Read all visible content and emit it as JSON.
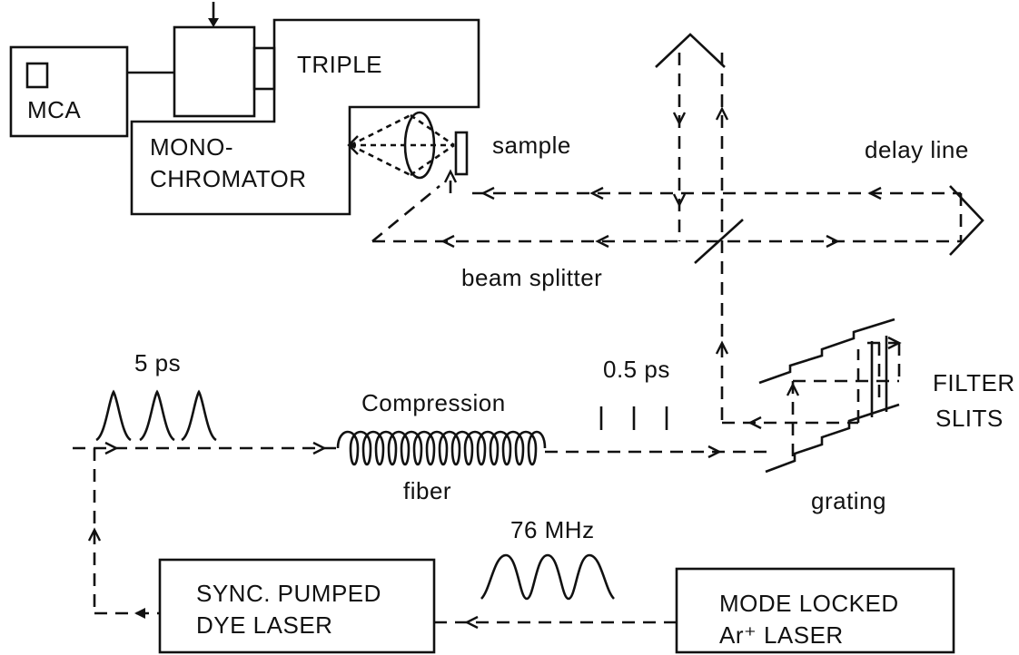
{
  "labels": {
    "mca": "MCA",
    "triple": "TRIPLE",
    "mono1": "MONO-",
    "mono2": "CHROMATOR",
    "sample": "sample",
    "delay_line": "delay line",
    "beam_splitter": "beam splitter",
    "ps5": "5 ps",
    "ps05": "0.5 ps",
    "compression": "Compression",
    "fiber": "fiber",
    "filter1": "FILTER",
    "filter2": "SLITS",
    "grating": "grating",
    "mhz": "76 MHz",
    "dye1": "SYNC. PUMPED",
    "dye2": "DYE LASER",
    "ar1": "MODE LOCKED",
    "ar2": "Ar⁺ LASER"
  }
}
